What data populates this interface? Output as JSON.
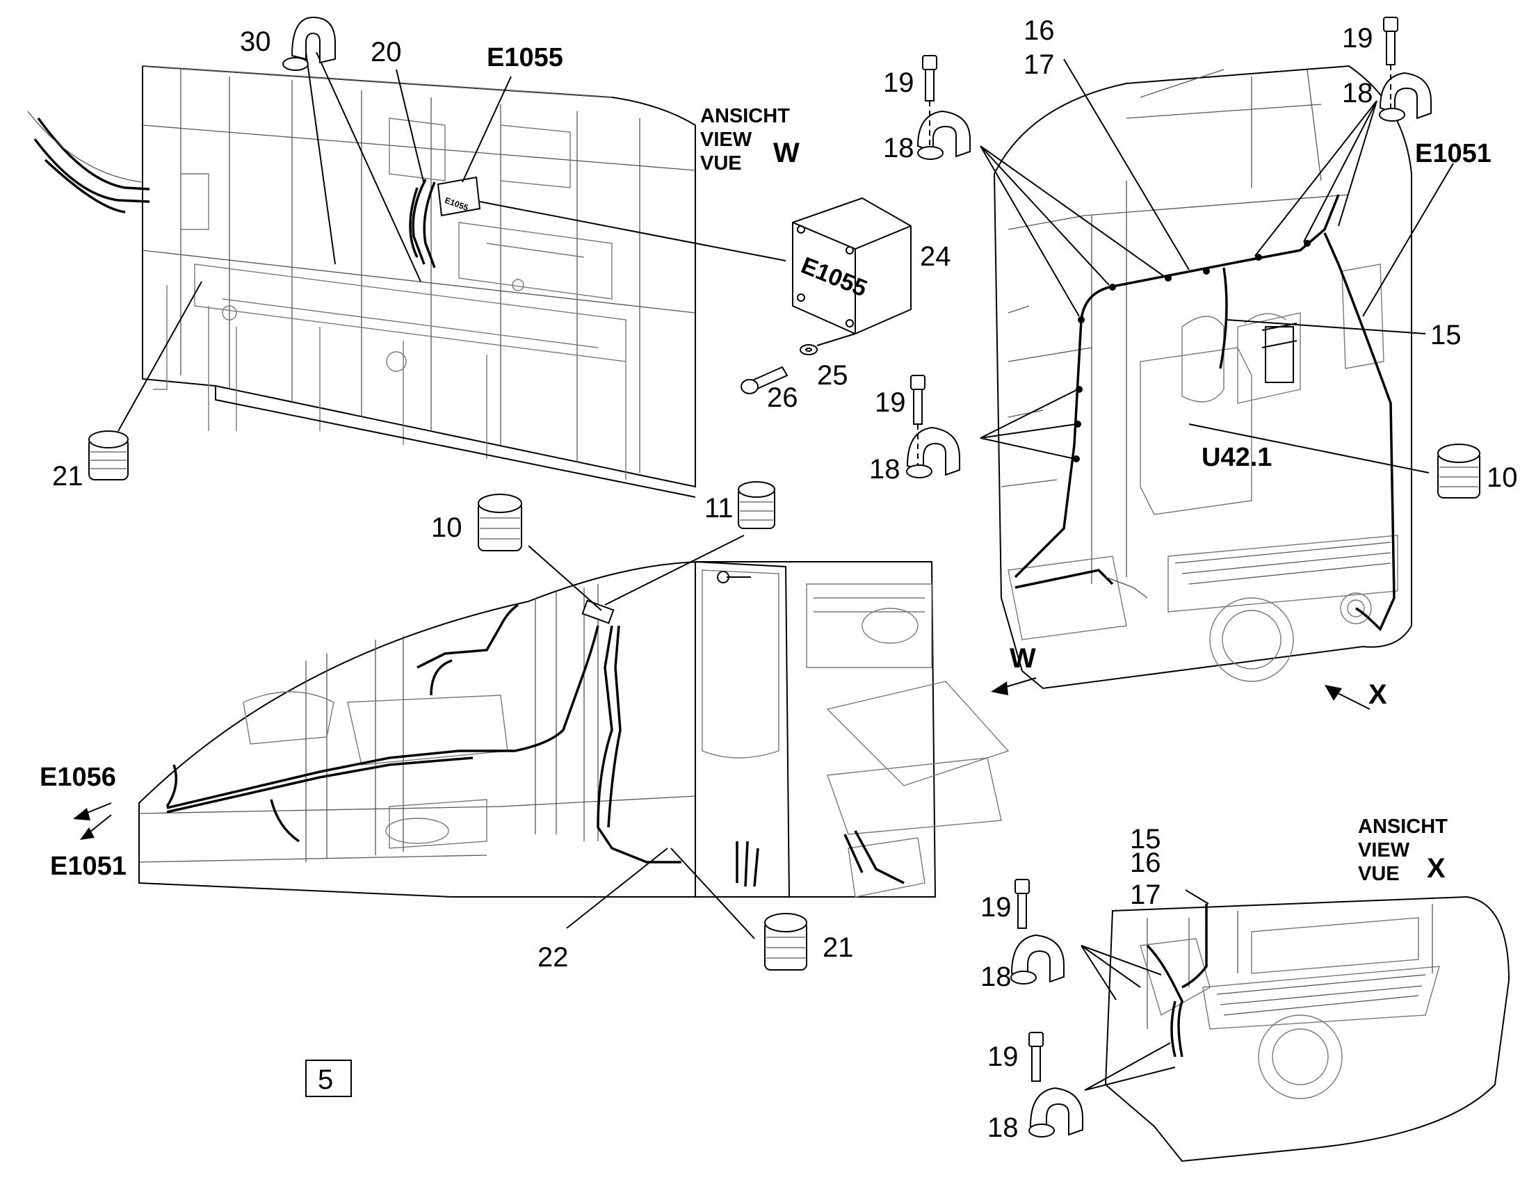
{
  "sheet": {
    "page_number": "5"
  },
  "views": {
    "w": {
      "line1": "ANSICHT",
      "line2": "VIEW",
      "line3": "VUE",
      "letter": "W"
    },
    "x": {
      "line1": "ANSICHT",
      "line2": "VIEW",
      "line3": "VUE",
      "letter": "X"
    }
  },
  "arrows": {
    "w": "W",
    "x": "X"
  },
  "components": {
    "e1055": "E1055",
    "e1051": "E1051",
    "e1056": "E1056",
    "e1051_bottom": "E1051",
    "u42_1": "U42.1",
    "box_marking": "E1055"
  },
  "callouts": {
    "c30": "30",
    "c20": "20",
    "c21_top": "21",
    "c24": "24",
    "c25": "25",
    "c26": "26",
    "c19_a": "19",
    "c18_a": "18",
    "c16_a": "16",
    "c17_a": "17",
    "c19_b": "19",
    "c18_b": "18",
    "c15_a": "15",
    "c19_c": "19",
    "c18_c": "18",
    "c10_right": "10",
    "c10_mid": "10",
    "c11": "11",
    "c22": "22",
    "c21_bottom": "21",
    "c15_b": "15",
    "c16_b": "16",
    "c17_b": "17",
    "c19_d": "19",
    "c18_d": "18",
    "c19_e": "19",
    "c18_e": "18"
  }
}
